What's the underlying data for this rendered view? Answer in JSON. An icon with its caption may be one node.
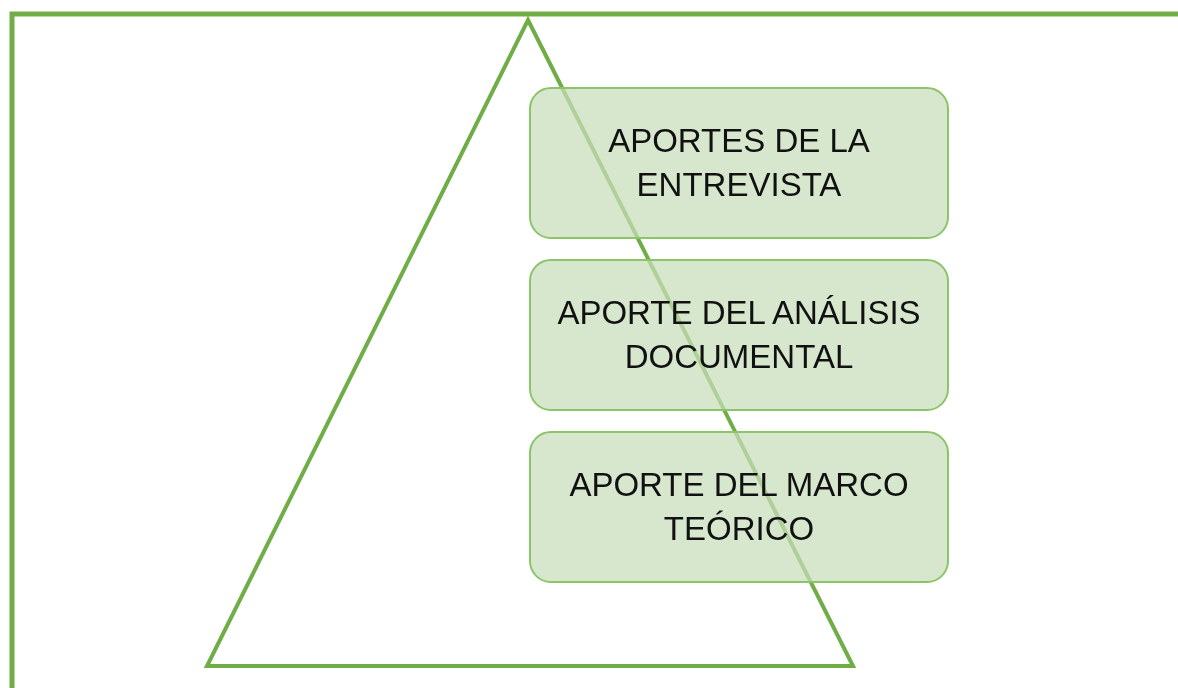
{
  "diagram": {
    "nodes": [
      {
        "text": [
          "APORTES DE LA ENTREVISTA"
        ]
      },
      {
        "text": [
          "APORTE DEL ANÁLISIS DOCUMENTAL"
        ]
      },
      {
        "text": [
          "APORTE DEL MARCO TEÓRICO"
        ]
      }
    ]
  }
}
